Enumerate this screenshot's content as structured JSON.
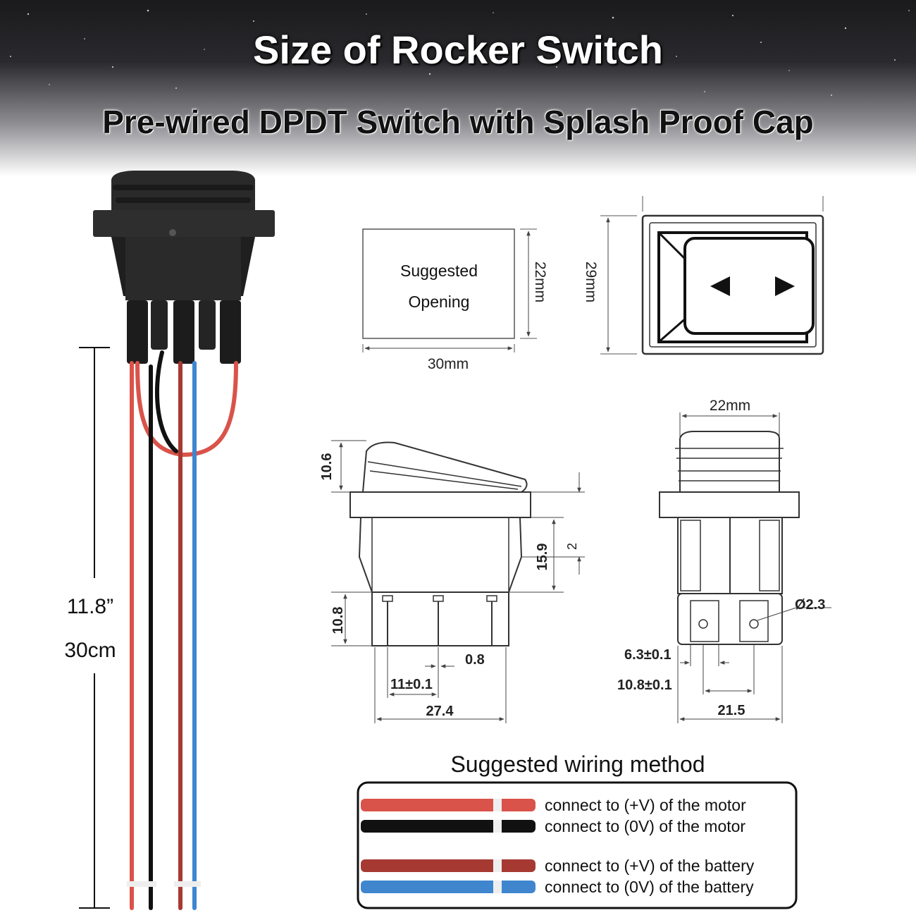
{
  "header": {
    "title": "Size of Rocker Switch",
    "subtitle": "Pre-wired DPDT Switch with Splash Proof Cap"
  },
  "cable": {
    "length_in": "11.8”",
    "length_cm": "30cm"
  },
  "opening": {
    "line1": "Suggested",
    "line2": "Opening",
    "width": "30mm",
    "height": "22mm"
  },
  "front_view": {
    "height": "29mm"
  },
  "side_view": {
    "cap_height": "10.6",
    "body_height": "15.9",
    "step": "2",
    "terminal_length": "10.8",
    "pin_thickness": "0.8",
    "pin_pitch": "11±0.1",
    "body_width": "27.4"
  },
  "end_view": {
    "top_width": "22mm",
    "hole_dia": "Ø2.3",
    "tab_width": "6.3±0.1",
    "tab_pitch": "10.8±0.1",
    "body_width": "21.5"
  },
  "wiring": {
    "title": "Suggested wiring method",
    "rows": [
      {
        "color": "#d9534a",
        "label": "connect to (+V) of the motor"
      },
      {
        "color": "#111111",
        "label": "connect to (0V) of the motor"
      },
      {
        "color": "#a63a33",
        "label": "connect to (+V) of the battery"
      },
      {
        "color": "#3f86cf",
        "label": "connect to (0V) of the battery"
      }
    ]
  },
  "colors": {
    "red_wire": "#d9534a",
    "black_wire": "#111111",
    "brown_red_wire": "#a63a33",
    "blue_wire": "#3f86cf",
    "drawing_line": "#333333"
  }
}
